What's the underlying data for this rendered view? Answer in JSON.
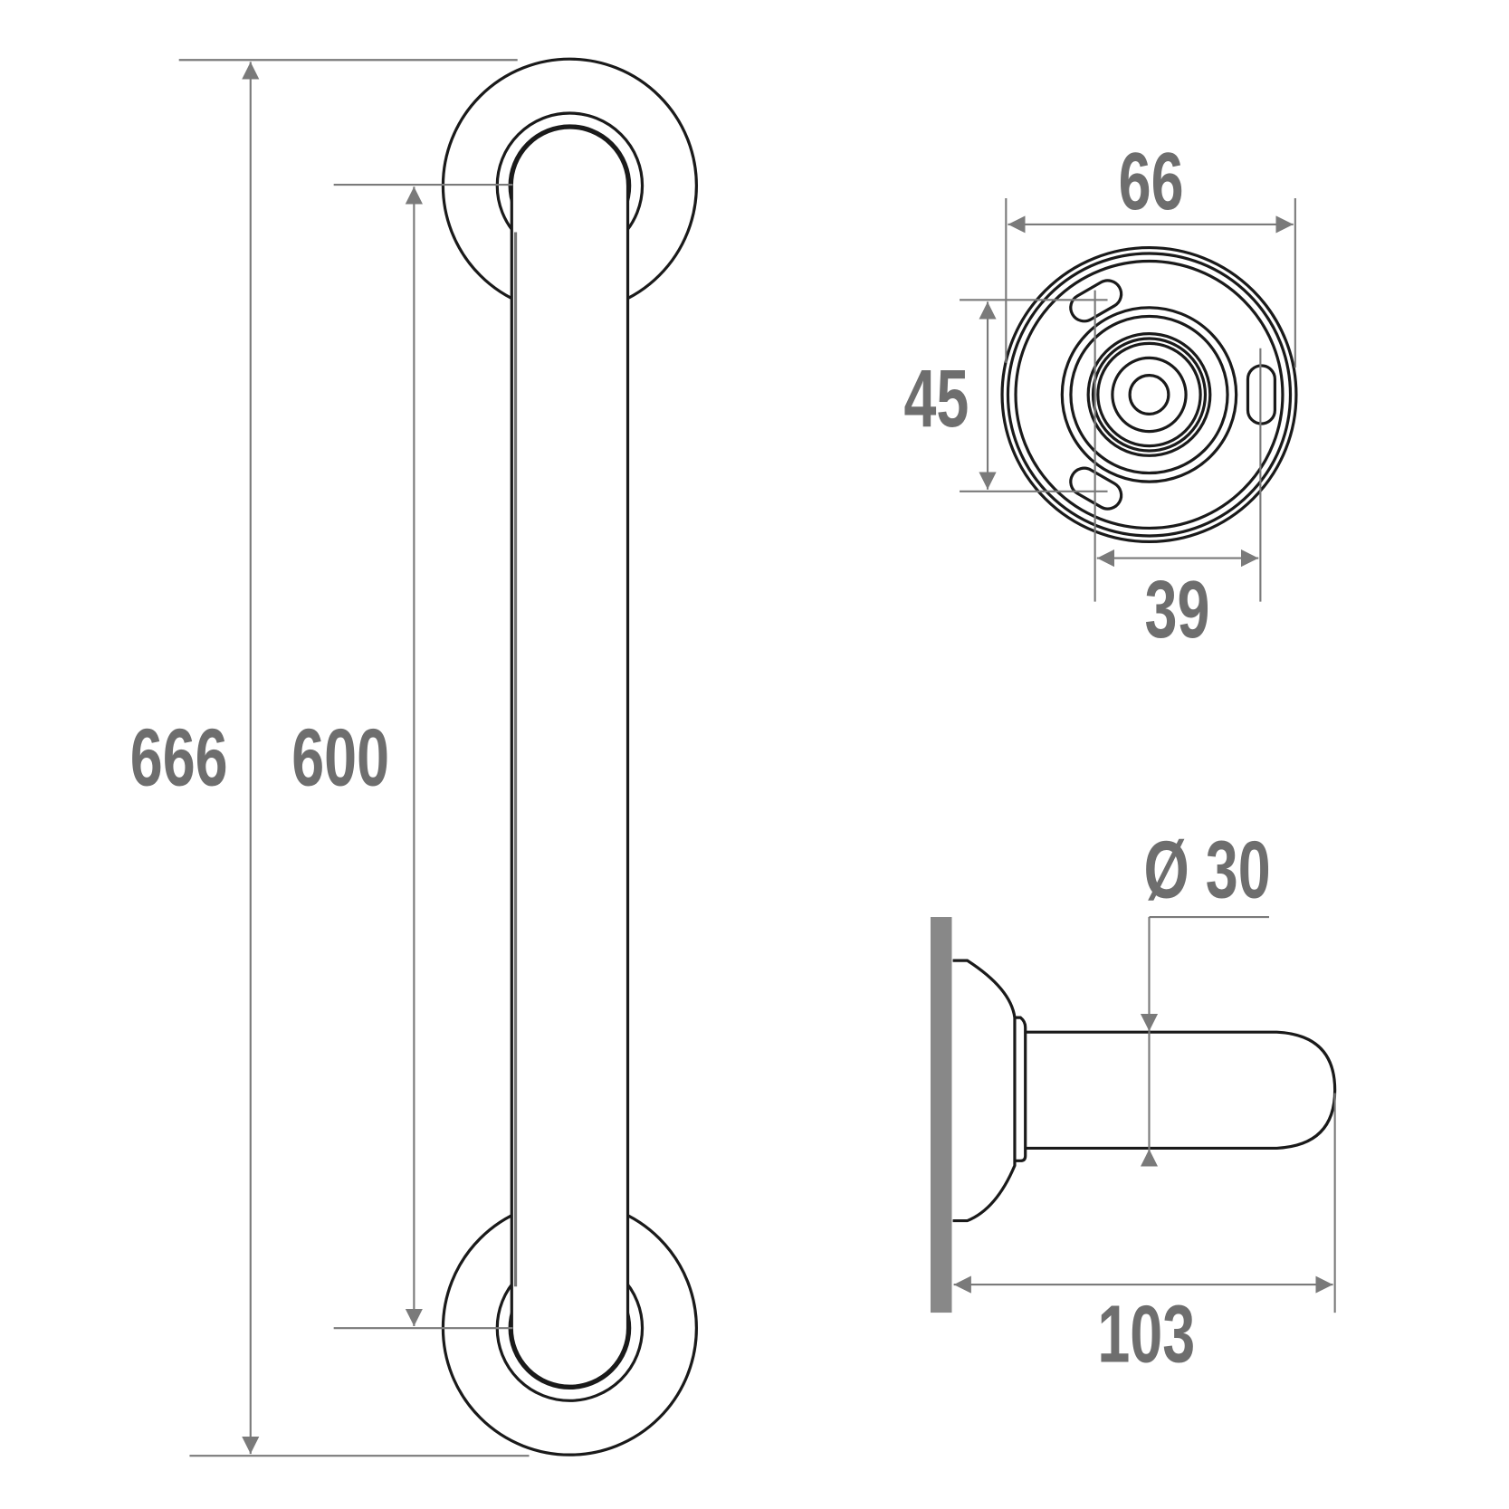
{
  "dimensions": {
    "overall_length": "666",
    "center_distance": "600",
    "rosette_diameter": "66",
    "hole_spacing_vertical": "45",
    "hole_spacing_horizontal": "39",
    "tube_diameter": "Ø 30",
    "projection": "103"
  },
  "colors": {
    "line": "#1a1a1a",
    "dimension": "#7a7a7a",
    "wall": "#888888"
  }
}
